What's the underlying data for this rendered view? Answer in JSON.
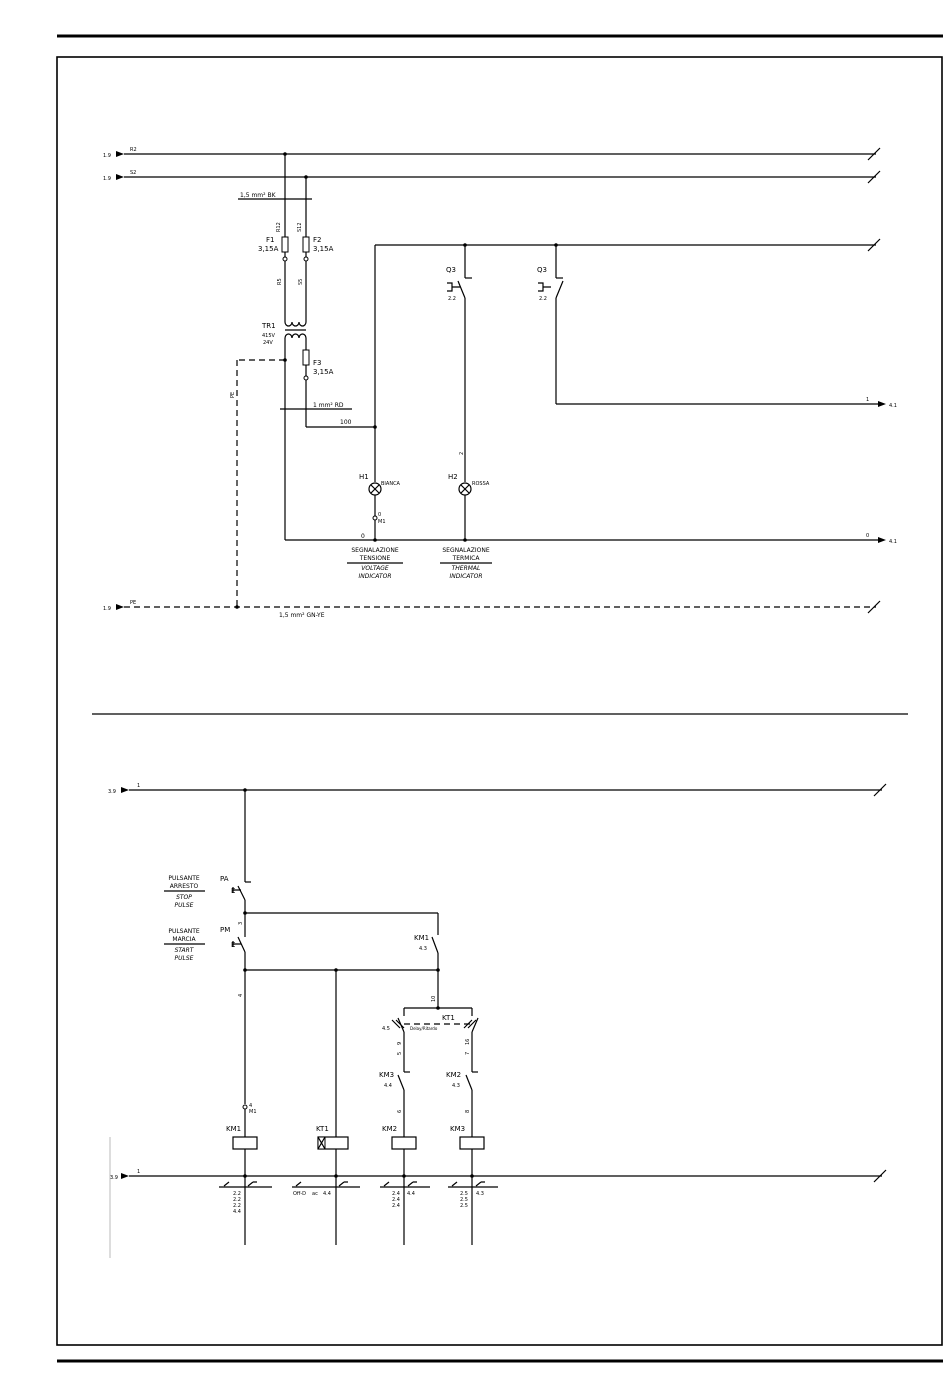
{
  "top": {
    "lines": {
      "r2": {
        "ref": "1.9",
        "label": "R2"
      },
      "s2": {
        "ref": "1.9",
        "label": "S2"
      },
      "pe": {
        "ref": "1.9",
        "label": "PE"
      }
    },
    "wire_bk": "1,5 mm² BK",
    "wire_rd": "1 mm² RD",
    "wire_pe": "1,5 mm² GN-YE",
    "pe_label": "PE",
    "f1": {
      "name": "F1",
      "rating": "3,15A",
      "top_terminal": "R12",
      "bottom_terminal": "R5"
    },
    "f2": {
      "name": "F2",
      "rating": "3,15A",
      "top_terminal": "S12",
      "bottom_terminal": "S5"
    },
    "f3": {
      "name": "F3",
      "rating": "3,15A"
    },
    "tr1": {
      "name": "TR1",
      "primary": "415V",
      "secondary": "24V"
    },
    "wire_100": "100",
    "wire_0": "0",
    "wire_1": "1",
    "wire_2": "2",
    "terminal_m1": "M1",
    "terminal_m1_num": "0",
    "q3a": {
      "name": "Q3",
      "sub": "2.2"
    },
    "q3b": {
      "name": "Q3",
      "sub": "2.2"
    },
    "out_1": {
      "wire": "1",
      "ref": "4.1"
    },
    "out_0": {
      "wire": "0",
      "ref": "4.1"
    },
    "h1": {
      "name": "H1",
      "color": "BIANCA",
      "caption_it": [
        "SEGNALAZIONE",
        "TENSIONE"
      ],
      "caption_en": [
        "VOLTAGE",
        "INDICATOR"
      ]
    },
    "h2": {
      "name": "H2",
      "color": "ROSSA",
      "caption_it": [
        "SEGNALAZIONE",
        "TERMICA"
      ],
      "caption_en": [
        "THERMAL",
        "INDICATOR"
      ]
    }
  },
  "bottom": {
    "line_top": {
      "ref": "3.9",
      "wire": "1"
    },
    "line_bottom": {
      "ref": "3.9",
      "wire": "1"
    },
    "pa": {
      "name": "PA",
      "caption_it": [
        "PULSANTE",
        "ARRESTO"
      ],
      "caption_en": [
        "STOP",
        "PULSE"
      ]
    },
    "pm": {
      "name": "PM",
      "caption_it": [
        "PULSANTE",
        "MARCIA"
      ],
      "caption_en": [
        "START",
        "PULSE"
      ]
    },
    "km1_contact": {
      "name": "KM1",
      "sub": "4.3"
    },
    "kt1_contact": {
      "name": "KT1",
      "left": "4.5",
      "note": "Delay/Ritardo"
    },
    "km3_contact": {
      "name": "KM3",
      "sub": "4.4"
    },
    "km2_contact": {
      "name": "KM2",
      "sub": "4.3"
    },
    "wire_3": "3",
    "wire_4": "4",
    "wire_10": "10",
    "wire_5": "5",
    "wire_6": "6",
    "wire_7": "7",
    "wire_8": "8",
    "wire_9": "9",
    "wire_16": "16",
    "terminal_m1": "M1",
    "terminal_4": "4",
    "coils": [
      {
        "name": "KM1",
        "refs": [
          "2.2",
          "2.2",
          "2.2",
          "4.4"
        ]
      },
      {
        "name": "KT1",
        "refs": [
          "Off-D",
          "ac",
          "4.4"
        ]
      },
      {
        "name": "KM2",
        "refs": [
          "2.4",
          "2.4",
          "2.4",
          "4.4"
        ]
      },
      {
        "name": "KM3",
        "refs": [
          "2.5",
          "2.5",
          "2.5",
          "4.3"
        ]
      }
    ]
  }
}
